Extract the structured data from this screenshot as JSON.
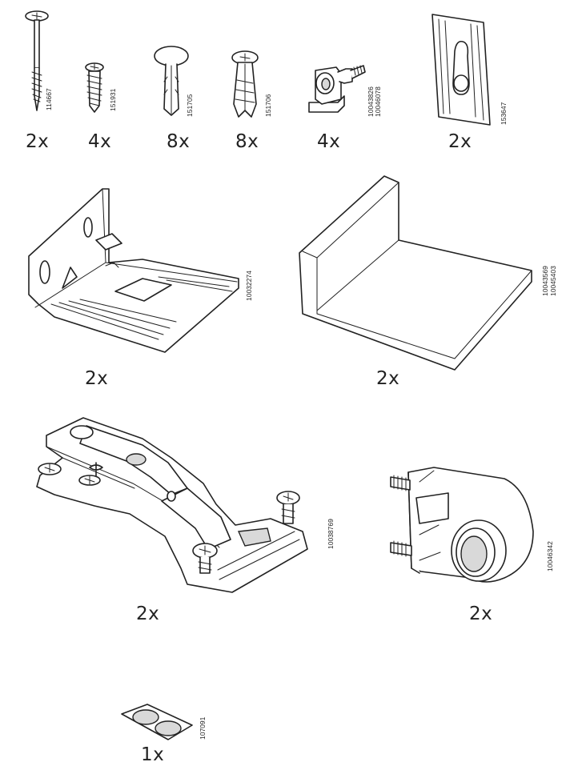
{
  "parts": [
    {
      "id": "screw-long",
      "quantity": "2x",
      "codes": [
        "114667"
      ]
    },
    {
      "id": "screw-short",
      "quantity": "4x",
      "codes": [
        "151931"
      ]
    },
    {
      "id": "plug-cap",
      "quantity": "8x",
      "codes": [
        "151705"
      ]
    },
    {
      "id": "plug-screw",
      "quantity": "8x",
      "codes": [
        "151706"
      ]
    },
    {
      "id": "cam-connector",
      "quantity": "4x",
      "codes": [
        "10043826",
        "10046078"
      ]
    },
    {
      "id": "wall-plate",
      "quantity": "2x",
      "codes": [
        "153647"
      ]
    },
    {
      "id": "corner-bracket",
      "quantity": "2x",
      "codes": [
        "10032274"
      ]
    },
    {
      "id": "shelf-support",
      "quantity": "2x",
      "codes": [
        "10043569",
        "10045403"
      ]
    },
    {
      "id": "hinge",
      "quantity": "2x",
      "codes": [
        "10038769"
      ]
    },
    {
      "id": "rail-holder",
      "quantity": "2x",
      "codes": [
        "10046342"
      ]
    },
    {
      "id": "felt-pads",
      "quantity": "1x",
      "codes": [
        "107091"
      ]
    }
  ]
}
